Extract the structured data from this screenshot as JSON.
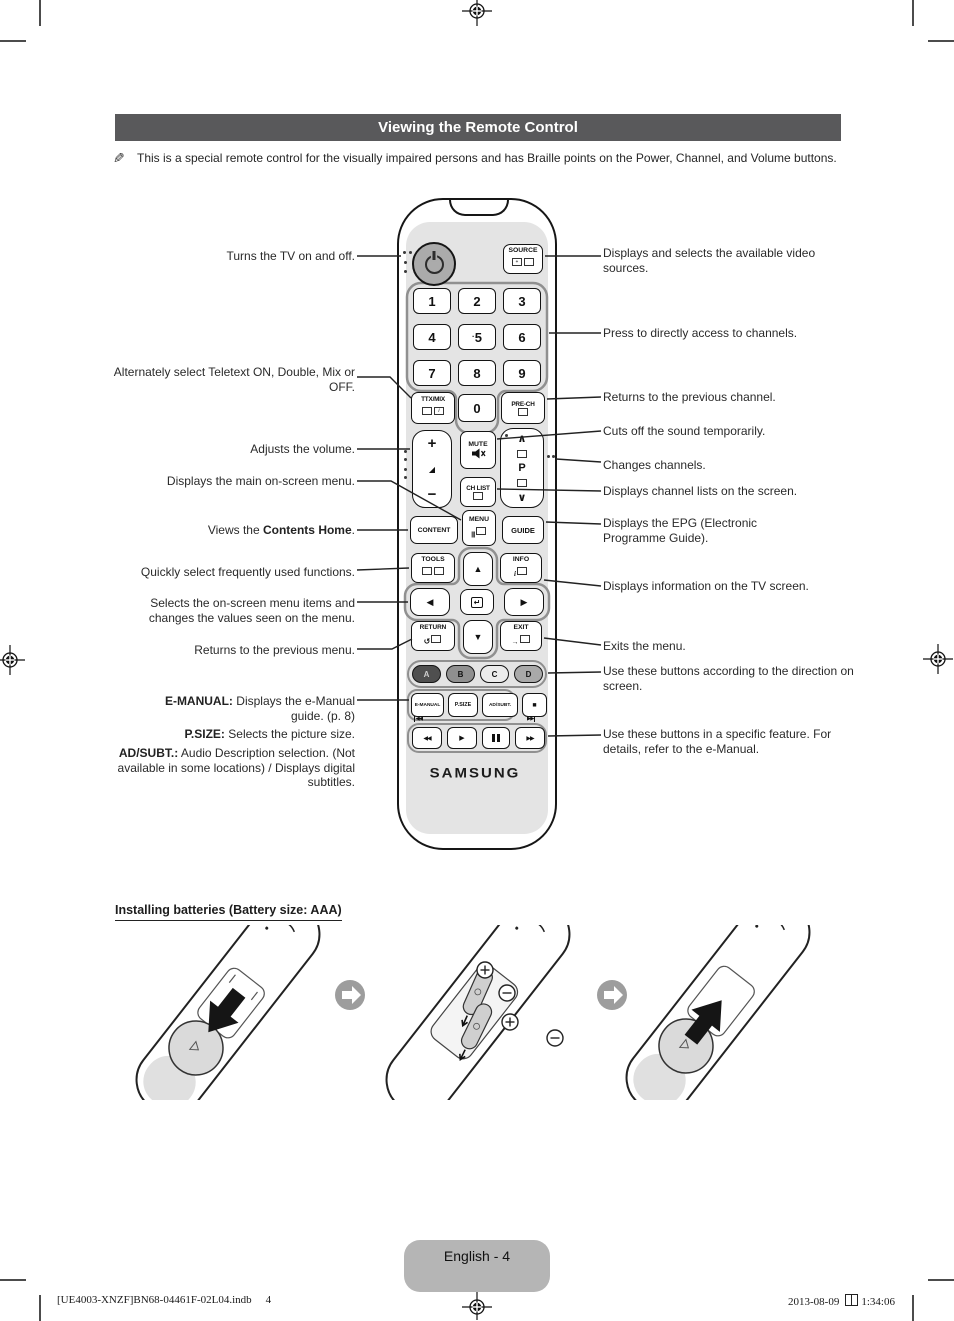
{
  "header": {
    "title": "Viewing the Remote Control"
  },
  "note": {
    "text": "This is a special remote control for the visually impaired persons and has Braille points on the Power, Channel, and Volume buttons."
  },
  "callouts": {
    "left": [
      {
        "text": "Turns the TV on and off."
      },
      {
        "text": "Alternately select Teletext ON, Double, Mix or OFF."
      },
      {
        "text": "Adjusts the volume."
      },
      {
        "text": "Displays the main on-screen menu."
      },
      {
        "pre": "Views the ",
        "bold": "Contents Home",
        "post": "."
      },
      {
        "text": "Quickly select frequently used functions."
      },
      {
        "text": "Selects the on-screen menu items and changes the values seen on the menu."
      },
      {
        "text": "Returns to the previous menu."
      },
      {
        "bold": "E-MANUAL:",
        "text": " Displays the e-Manual guide. (p. 8)"
      },
      {
        "bold": "P.SIZE:",
        "text": " Selects the picture size."
      },
      {
        "bold": "AD/SUBT.:",
        "text": " Audio Description selection. (Not available in some locations) / Displays digital subtitles."
      }
    ],
    "right": [
      {
        "text": "Displays and selects the available video sources."
      },
      {
        "text": "Press to directly access to channels."
      },
      {
        "text": "Returns to the previous channel."
      },
      {
        "text": "Cuts off the sound temporarily."
      },
      {
        "text": "Changes channels."
      },
      {
        "text": "Displays channel lists on the screen."
      },
      {
        "text": "Displays the EPG (Electronic Programme Guide)."
      },
      {
        "text": "Displays information on the TV screen."
      },
      {
        "text": "Exits the menu."
      },
      {
        "text": "Use these buttons according to the direction on screen."
      },
      {
        "text": "Use these buttons in a specific feature. For details, refer to the e-Manual."
      }
    ]
  },
  "remote": {
    "brand": "SAMSUNG",
    "keys": {
      "source": "SOURCE",
      "digits": [
        "1",
        "2",
        "3",
        "4",
        "5",
        "6",
        "7",
        "8",
        "9"
      ],
      "zero": "0",
      "ttx_mix": "TTX/MIX",
      "pre_ch": "PRE-CH",
      "vol_up": "+",
      "vol_down": "−",
      "vol_wedge": "◢",
      "mute": "MUTE",
      "ch_list": "CH LIST",
      "ch_up": "∧",
      "ch_down": "∨",
      "channel": "P",
      "content": "CONTENT",
      "menu": "MENU",
      "guide": "GUIDE",
      "tools": "TOOLS",
      "info": "INFO",
      "info_glyph": "i",
      "return": "RETURN",
      "return_glyph": "↺",
      "exit": "EXIT",
      "exit_glyph": "→",
      "up": "▲",
      "down": "▼",
      "left": "◀",
      "right": "▶",
      "enter_glyph": "↵",
      "color_a": "A",
      "color_b": "B",
      "color_c": "C",
      "color_d": "D",
      "e_manual": "E-MANUAL",
      "p_size": "P.SIZE",
      "ad_subt": "AD/SUBT.",
      "stop": "■",
      "rewind": "◀◀",
      "play": "▶",
      "fast_forward": "▶▶",
      "skip_back": "◀◀",
      "skip_forward": "▶▶"
    }
  },
  "battery": {
    "heading": "Installing batteries (Battery size: AAA)"
  },
  "footer": {
    "badge": "English - 4",
    "job_text": "[UE4003-XNZF]BN68-04461F-02L04.indb",
    "page_num": "4",
    "date": "2013-08-09",
    "time": "1:34:06"
  },
  "colors": {
    "title_bar": "#59595b",
    "remote_panel": "#e4e4e4",
    "badge": "#b5b5b5",
    "key_a": "#4f4f4f",
    "key_b": "#8f8f8f",
    "key_c": "#ececec",
    "key_d": "#a9a9a9"
  },
  "icons": {
    "note": "pencil-note-icon",
    "power": "power-icon",
    "mute": "mute-speaker-icon",
    "enter": "enter-return-icon",
    "registration": "registration-mark",
    "battery_plus": "plus-circle",
    "battery_minus": "minus-circle",
    "step_arrow": "next-step-arrow"
  }
}
